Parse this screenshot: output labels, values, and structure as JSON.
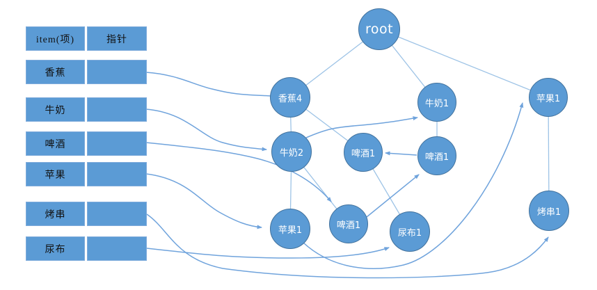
{
  "header_table": {
    "columns": {
      "item": "item(项)",
      "pointer": "指针"
    },
    "rows": [
      {
        "item": "香蕉",
        "pointer": ""
      },
      {
        "item": "牛奶",
        "pointer": ""
      },
      {
        "item": "啤酒",
        "pointer": ""
      },
      {
        "item": "苹果",
        "pointer": ""
      },
      {
        "item": "烤串",
        "pointer": ""
      },
      {
        "item": "尿布",
        "pointer": ""
      }
    ]
  },
  "tree": {
    "nodes": [
      {
        "id": "root",
        "label": "root"
      },
      {
        "id": "banana4",
        "label": "香蕉4"
      },
      {
        "id": "milk1",
        "label": "牛奶1"
      },
      {
        "id": "apple1-right",
        "label": "苹果1"
      },
      {
        "id": "milk2",
        "label": "牛奶2"
      },
      {
        "id": "beer1-mid",
        "label": "啤酒1"
      },
      {
        "id": "beer1-right",
        "label": "啤酒1"
      },
      {
        "id": "apple1-left",
        "label": "苹果1"
      },
      {
        "id": "beer1-bottom",
        "label": "啤酒1"
      },
      {
        "id": "diaper1",
        "label": "尿布1"
      },
      {
        "id": "skewer1",
        "label": "烤串1"
      }
    ],
    "edges": [
      {
        "from": "root",
        "to": "banana4"
      },
      {
        "from": "root",
        "to": "milk1"
      },
      {
        "from": "root",
        "to": "apple1-right"
      },
      {
        "from": "banana4",
        "to": "milk2"
      },
      {
        "from": "banana4",
        "to": "beer1-mid"
      },
      {
        "from": "milk2",
        "to": "apple1-left"
      },
      {
        "from": "milk2",
        "to": "beer1-bottom"
      },
      {
        "from": "milk1",
        "to": "beer1-right"
      },
      {
        "from": "apple1-right",
        "to": "skewer1"
      },
      {
        "from": "beer1-mid",
        "to": "diaper1"
      }
    ],
    "links": [
      {
        "from": "header-香蕉",
        "to": "banana4",
        "arrow": false
      },
      {
        "from": "header-牛奶",
        "to": "milk2",
        "arrow": true
      },
      {
        "from": "milk2",
        "to": "milk1",
        "arrow": true
      },
      {
        "from": "header-啤酒",
        "to": "beer1-bottom",
        "arrow": true
      },
      {
        "from": "beer1-bottom",
        "to": "beer1-right",
        "arrow": true
      },
      {
        "from": "beer1-right",
        "to": "beer1-mid",
        "arrow": true
      },
      {
        "from": "header-苹果",
        "to": "apple1-left",
        "arrow": true
      },
      {
        "from": "apple1-left",
        "to": "apple1-right",
        "arrow": true
      },
      {
        "from": "header-烤串",
        "to": "skewer1",
        "arrow": true
      },
      {
        "from": "header-尿布",
        "to": "diaper1",
        "arrow": true
      }
    ]
  },
  "colors": {
    "node_fill": "#5B9BD5",
    "node_border": "#41719C",
    "tree_edge": "#9DC3E6",
    "link_line": "#6FA3DC",
    "cell_fill": "#5B9BD5",
    "node_text": "#FFFFFF",
    "cell_text": "#111111"
  }
}
